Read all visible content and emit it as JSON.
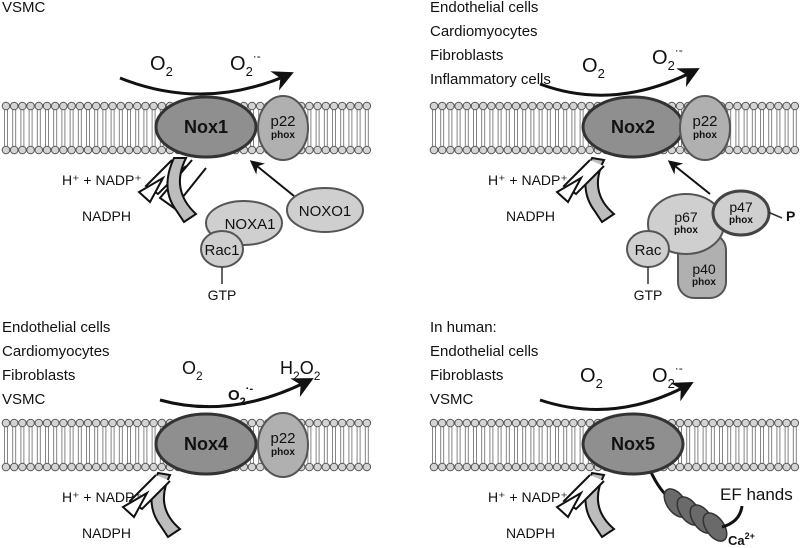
{
  "panels": {
    "nox1": {
      "cell_types": [
        "VSMC"
      ],
      "enzyme": "Nox1",
      "substrate": "O",
      "substrate_sub": "2",
      "product": "O",
      "product_sub": "2",
      "product_sup": "·-",
      "p22": "p22",
      "phox": "phox",
      "nadp": "H⁺ + NADP⁺",
      "nadph": "NADPH",
      "noxa1": "NOXA1",
      "noxo1": "NOXO1",
      "rac": "Rac1",
      "gtp": "GTP"
    },
    "nox2": {
      "cell_types": [
        "Endothelial cells",
        "Cardiomyocytes",
        "Fibroblasts",
        "Inflammatory cells"
      ],
      "enzyme": "Nox2",
      "substrate": "O",
      "substrate_sub": "2",
      "product": "O",
      "product_sub": "2",
      "product_sup": "·-",
      "p22": "p22",
      "phox": "phox",
      "nadp": "H⁺ + NADP⁺",
      "nadph": "NADPH",
      "p67": "p67",
      "p47": "p47",
      "p40": "p40",
      "phos": "P",
      "rac": "Rac",
      "gtp": "GTP"
    },
    "nox4": {
      "cell_types": [
        "Endothelial cells",
        "Cardiomyocytes",
        "Fibroblasts",
        "VSMC"
      ],
      "enzyme": "Nox4",
      "substrate": "O",
      "substrate_sub": "2",
      "intermediate": "O",
      "intermediate_sub": "2",
      "intermediate_sup": "·-",
      "product": "H",
      "product_sub1": "2",
      "product_mid": "O",
      "product_sub2": "2",
      "p22": "p22",
      "phox": "phox",
      "nadp": "H⁺ + NADP⁺",
      "nadph": "NADPH"
    },
    "nox5": {
      "cell_types": [
        "In human:",
        "Endothelial cells",
        "Fibroblasts",
        "VSMC"
      ],
      "enzyme": "Nox5",
      "substrate": "O",
      "substrate_sub": "2",
      "product": "O",
      "product_sub": "2",
      "product_sup": "·-",
      "nadp": "H⁺ + NADP⁺",
      "nadph": "NADPH",
      "ef_hands": "EF hands",
      "ca": "Ca",
      "ca_sup": "2+"
    }
  },
  "colors": {
    "nox": "#8f8f8f",
    "p22": "#b0b0b0",
    "light_subunit": "#cfcfcf",
    "ef_hand": "#6a6a6a",
    "membrane_head": "#d4d4d4",
    "outline": "#333333"
  }
}
